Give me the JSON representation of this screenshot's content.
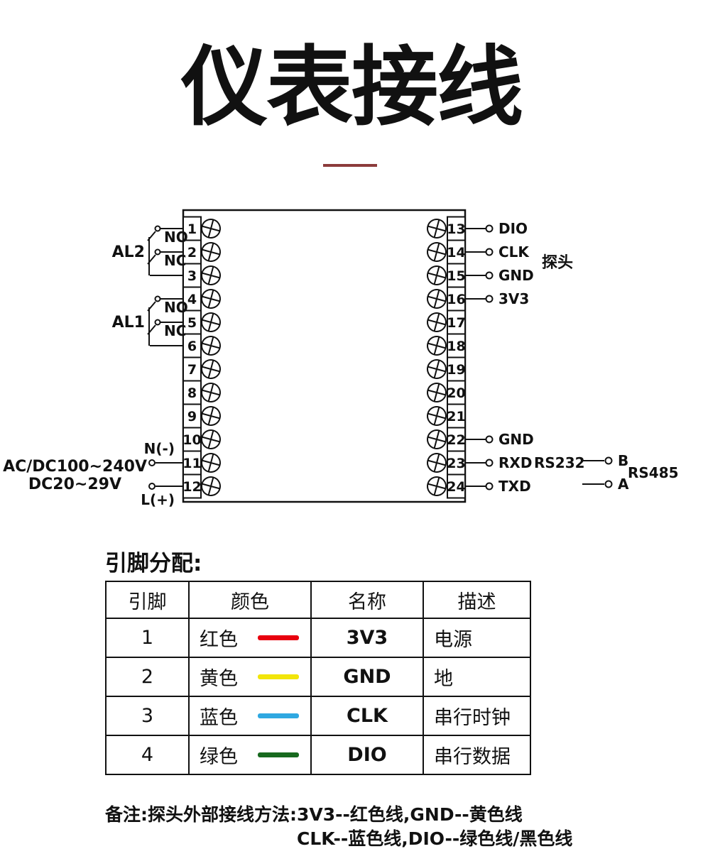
{
  "page": {
    "title": "仪表接线"
  },
  "diagram": {
    "left_terminals": [
      "1",
      "2",
      "3",
      "4",
      "5",
      "6",
      "7",
      "8",
      "9",
      "10",
      "11",
      "12"
    ],
    "right_terminals": [
      "13",
      "14",
      "15",
      "16",
      "17",
      "18",
      "19",
      "20",
      "21",
      "22",
      "23",
      "24"
    ],
    "right_wires": [
      {
        "row": 13,
        "label": "DIO"
      },
      {
        "row": 14,
        "label": "CLK"
      },
      {
        "row": 15,
        "label": "GND"
      },
      {
        "row": 16,
        "label": "3V3"
      },
      {
        "row": 22,
        "label": "GND"
      },
      {
        "row": 23,
        "label": "RXD"
      },
      {
        "row": 24,
        "label": "TXD"
      }
    ],
    "labels": {
      "probe": "探头",
      "rs232": "RS232",
      "rs485": "RS485",
      "b": "B",
      "a": "A",
      "al2": "AL2",
      "al1": "AL1",
      "no": "NO",
      "nc": "NC",
      "n_minus": "N(-)",
      "l_plus": "L(+)",
      "power1": "AC/DC100~240V",
      "power2": "DC20~29V"
    }
  },
  "pin_table": {
    "heading": "引脚分配:",
    "headers": [
      "引脚",
      "颜色",
      "名称",
      "描述"
    ],
    "rows": [
      {
        "pin": "1",
        "color_name": "红色",
        "color_hex": "#e8000e",
        "name": "3V3",
        "desc": "电源"
      },
      {
        "pin": "2",
        "color_name": "黄色",
        "color_hex": "#f2e50a",
        "name": "GND",
        "desc": "地"
      },
      {
        "pin": "3",
        "color_name": "蓝色",
        "color_hex": "#2fa8e1",
        "name": "CLK",
        "desc": "串行时钟"
      },
      {
        "pin": "4",
        "color_name": "绿色",
        "color_hex": "#17691e",
        "name": "DIO",
        "desc": "串行数据"
      }
    ]
  },
  "notes": {
    "line1": "备注:探头外部接线方法:3V3--红色线,GND--黄色线",
    "line2": "CLK--蓝色线,DIO--绿色线/黑色线"
  }
}
